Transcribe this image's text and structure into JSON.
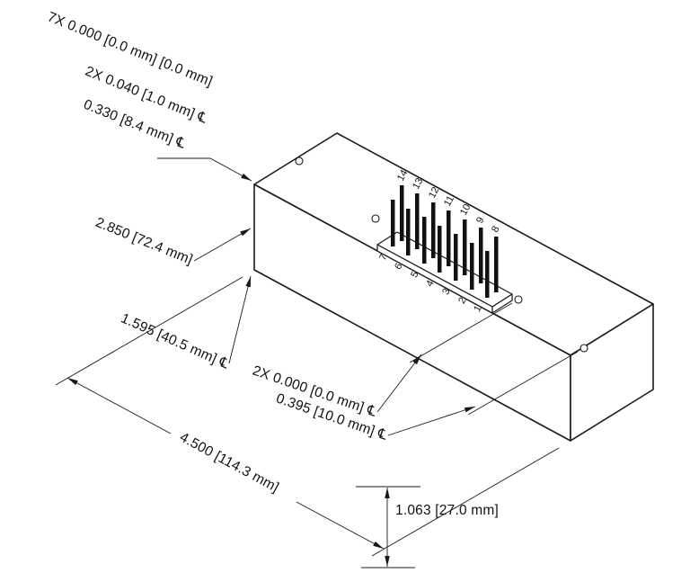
{
  "drawing": {
    "callouts": {
      "holes_7x": "7X 0.000 [0.0 mm] [0.0 mm]",
      "holes_2x_040": "2X 0.040 [1.0 mm] ℄",
      "offset_0330": "0.330 [8.4 mm] ℄",
      "height_2850": "2.850 [72.4 mm]",
      "offset_1595": "1.595 [40.5 mm] ℄",
      "holes_2x_000": "2X 0.000 [0.0 mm] ℄",
      "offset_0395": "0.395 [10.0 mm] ℄",
      "length_4500": "4.500 [114.3 mm]",
      "height_1063": "1.063 [27.0 mm]"
    },
    "pins": {
      "back_row": [
        "14",
        "13",
        "12",
        "11",
        "10",
        "9",
        "8"
      ],
      "front_row": [
        "7",
        "6",
        "5",
        "4",
        "3",
        "2",
        "1"
      ]
    },
    "colors": {
      "ink": "#1a1a1a",
      "paper": "#ffffff"
    }
  }
}
